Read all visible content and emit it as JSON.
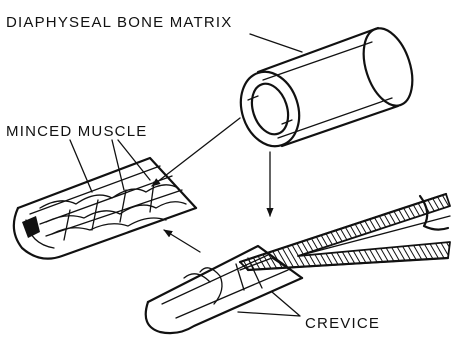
{
  "labels": {
    "top": "DIAPHYSEAL BONE MATRIX",
    "left": "MINCED MUSCLE",
    "bottom": "CREVICE"
  },
  "colors": {
    "ink": "#111111",
    "background": "#ffffff"
  }
}
